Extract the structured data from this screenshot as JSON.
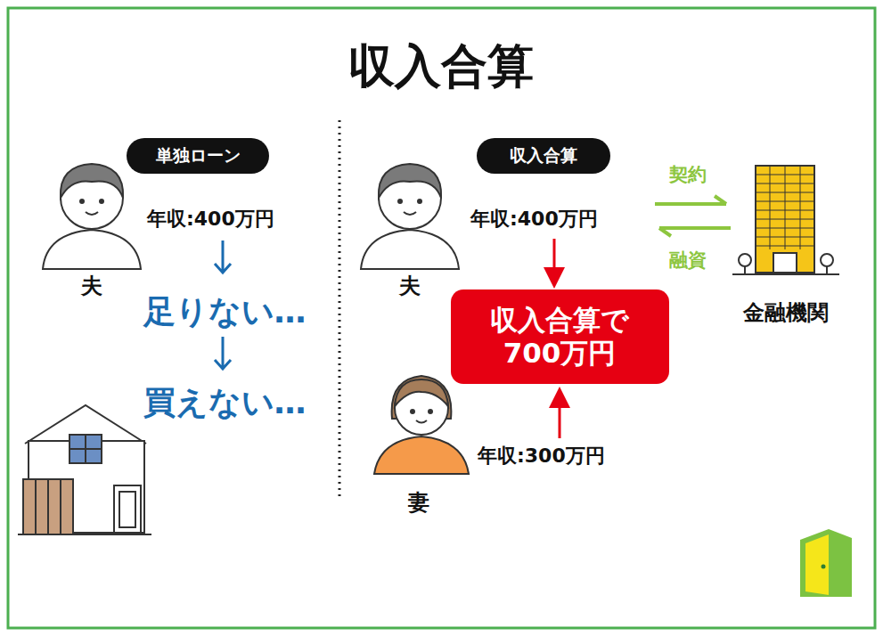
{
  "diagram": {
    "title": "収入合算",
    "nodes": [
      {
        "text": [
          "単独ローン"
        ]
      },
      {
        "text": [
          "収入合算"
        ]
      },
      {
        "text": [
          "収入合算で 700万円"
        ]
      }
    ],
    "edges": [],
    "labels": [
      "年収:400万円",
      "夫",
      "足りない…",
      "買えない…",
      "年収:400万円",
      "夫",
      "年収:300万円",
      "妻",
      "契約",
      "融資",
      "金融機関"
    ]
  }
}
